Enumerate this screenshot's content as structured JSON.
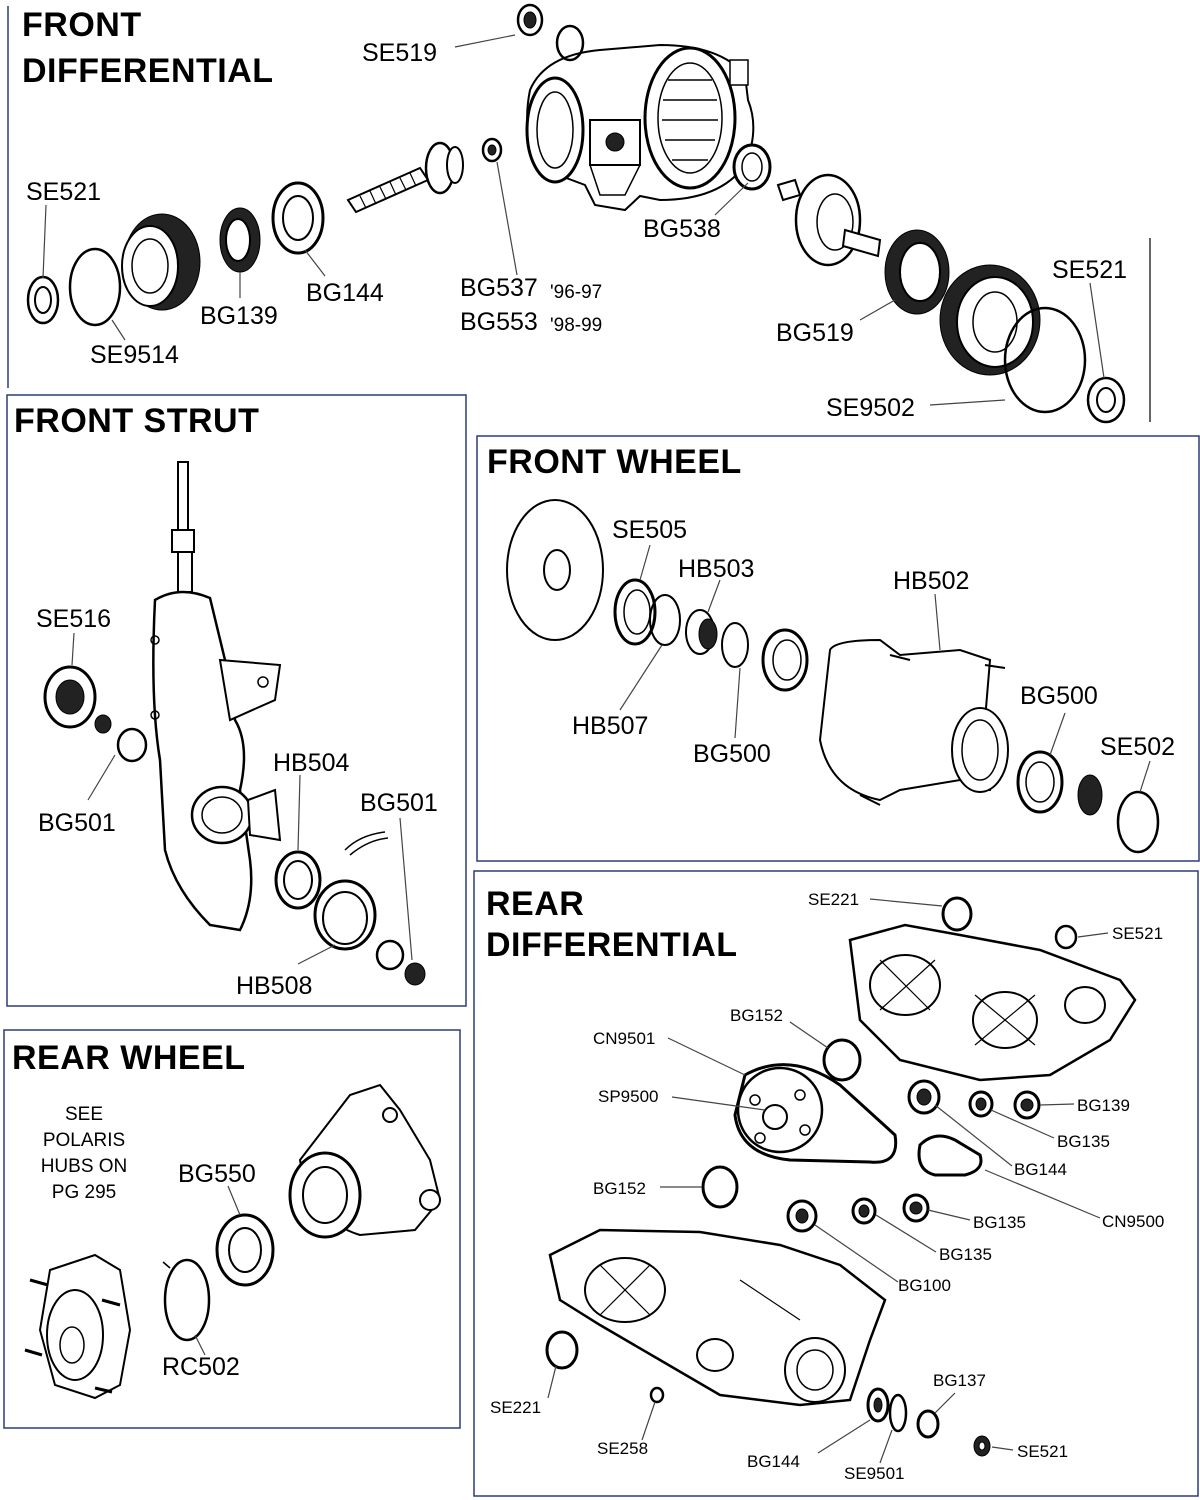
{
  "sections": {
    "front_differential": {
      "title_line1": "FRONT",
      "title_line2": "DIFFERENTIAL",
      "labels": {
        "se519": "SE519",
        "se521_left": "SE521",
        "se9514": "SE9514",
        "bg139": "BG139",
        "bg144": "BG144",
        "bg537": "BG537",
        "bg537_years": "'96-97",
        "bg553": "BG553",
        "bg553_years": "'98-99",
        "bg538": "BG538",
        "bg519": "BG519",
        "se521_right": "SE521",
        "se9502": "SE9502"
      }
    },
    "front_strut": {
      "title": "FRONT STRUT",
      "labels": {
        "se516": "SE516",
        "bg501_left": "BG501",
        "hb504": "HB504",
        "bg501_right": "BG501",
        "hb508": "HB508"
      }
    },
    "front_wheel": {
      "title": "FRONT WHEEL",
      "labels": {
        "se505": "SE505",
        "hb503": "HB503",
        "hb502": "HB502",
        "hb507": "HB507",
        "bg500_left": "BG500",
        "bg500_right": "BG500",
        "se502": "SE502"
      }
    },
    "rear_wheel": {
      "title": "REAR WHEEL",
      "note_lines": [
        "SEE",
        "POLARIS",
        "HUBS ON",
        "PG 295"
      ],
      "labels": {
        "bg550": "BG550",
        "rc502": "RC502"
      }
    },
    "rear_differential": {
      "title_line1": "REAR",
      "title_line2": "DIFFERENTIAL",
      "labels": {
        "se221_top": "SE221",
        "se521_top": "SE521",
        "bg152_top": "BG152",
        "cn9501": "CN9501",
        "sp9500": "SP9500",
        "bg139": "BG139",
        "bg135_a": "BG135",
        "bg144_a": "BG144",
        "bg152_mid": "BG152",
        "cn9500": "CN9500",
        "bg135_b": "BG135",
        "bg135_c": "BG135",
        "bg100": "BG100",
        "se221_bottom": "SE221",
        "bg137": "BG137",
        "se258": "SE258",
        "bg144_b": "BG144",
        "se9501": "SE9501",
        "se521_bottom": "SE521"
      }
    }
  }
}
